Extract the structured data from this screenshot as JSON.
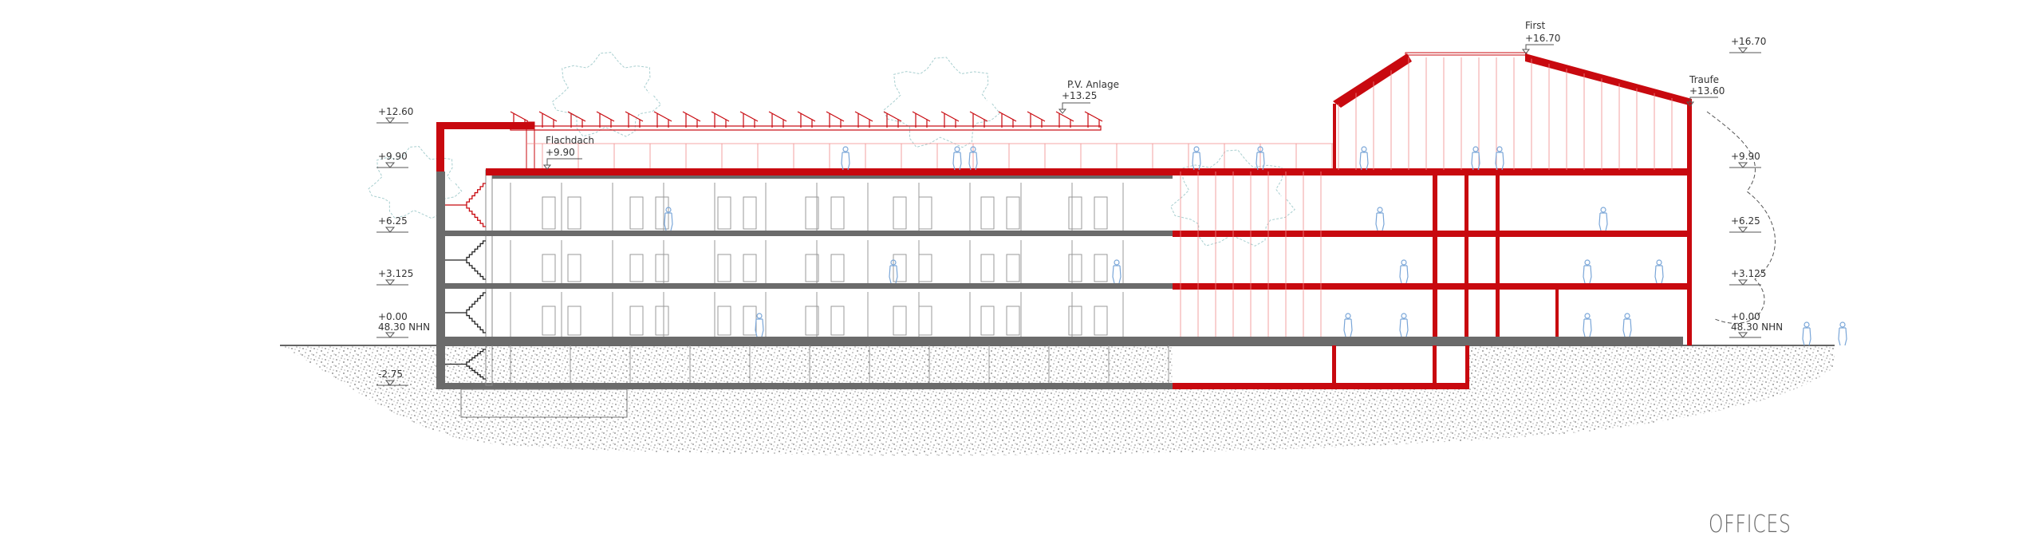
{
  "title": "OFFICES",
  "levels_left": [
    {
      "text": "+12.60"
    },
    {
      "text": "+9.90"
    },
    {
      "text": "+6.25"
    },
    {
      "text": "+3.125"
    },
    {
      "text": "+0.00",
      "sub": "48.30 NHN"
    },
    {
      "text": "-2.75"
    }
  ],
  "levels_right": [
    {
      "text": "+16.70"
    },
    {
      "text": "+9.90"
    },
    {
      "text": "+6.25"
    },
    {
      "text": "+3.125"
    },
    {
      "text": "+0.00",
      "sub": "48.30 NHN"
    }
  ],
  "annotations": {
    "flachdach": {
      "name": "Flachdach",
      "value": "+9.90"
    },
    "pv": {
      "name": "P.V.  Anlage",
      "value": "+13.25"
    },
    "first": {
      "name": "First",
      "value": "+16.70"
    },
    "traufe": {
      "name": "Traufe",
      "value": "+13.60"
    }
  },
  "colors": {
    "new_structure": "#c8090f",
    "existing_structure": "#6b6b6b",
    "figures": "#7aa6d8",
    "trees": "#a9cfd0"
  }
}
